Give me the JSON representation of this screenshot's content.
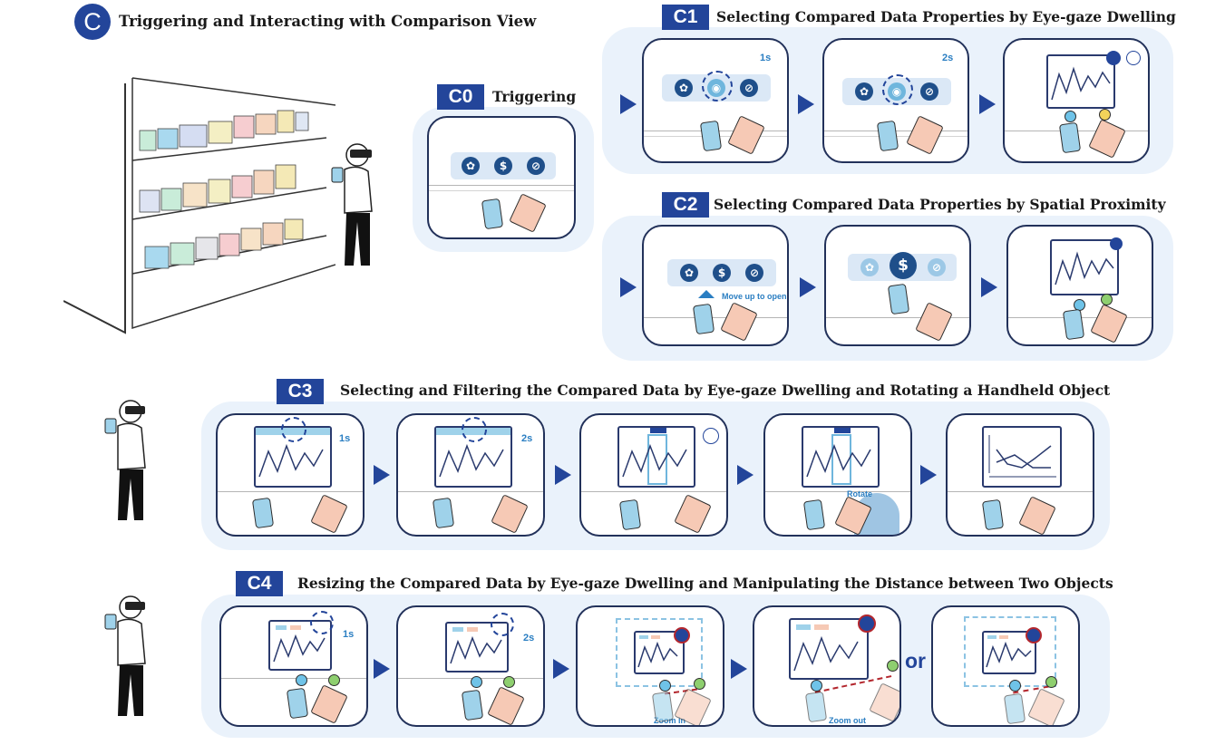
{
  "header": {
    "badge": "C",
    "title": "Triggering and Interacting with Comparison View"
  },
  "sections": {
    "c0": {
      "badge": "C0",
      "title": "Triggering"
    },
    "c1": {
      "badge": "C1",
      "title": "Selecting Compared Data Properties by Eye-gaze Dwelling"
    },
    "c2": {
      "badge": "C2",
      "title": "Selecting Compared Data Properties by Spatial Proximity"
    },
    "c3": {
      "badge": "C3",
      "title": "Selecting and Filtering the Compared Data by Eye-gaze Dwelling and Rotating a Handheld Object"
    },
    "c4": {
      "badge": "C4",
      "title": "Resizing the Compared Data by Eye-gaze Dwelling and Manipulating the Distance between Two Objects"
    }
  },
  "labels": {
    "timer_1s": "1s",
    "timer_2s": "2s",
    "move_up": "Move up to open",
    "rotate": "Rotate",
    "zoom_in": "Zoom in",
    "zoom_out": "Zoom out",
    "or": "or"
  },
  "icons": {
    "menu": [
      "nutrition-icon",
      "price-icon",
      "pill-icon"
    ],
    "dollar_glyph": "$"
  },
  "colors": {
    "accent": "#23459a",
    "panel_bg": "#eaf2fb",
    "gaze": "#2a7ec2",
    "zoom_red": "#b3262d"
  }
}
